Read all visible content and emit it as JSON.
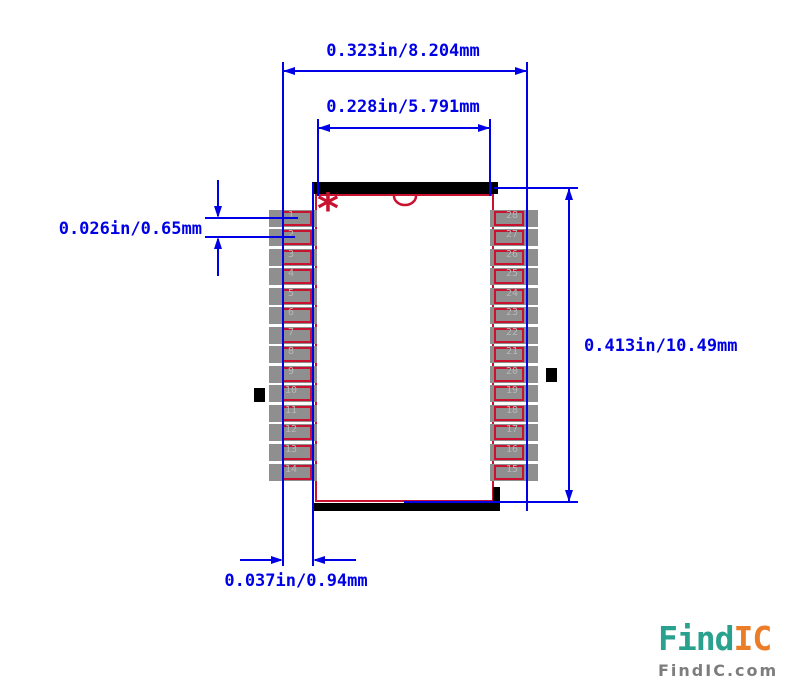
{
  "diagram": {
    "dimensions": {
      "top_outer": "0.323in/8.204mm",
      "top_inner": "0.228in/5.791mm",
      "left_pitch": "0.026in/0.65mm",
      "right_height": "0.413in/10.49mm",
      "bottom_pad": "0.037in/0.94mm"
    },
    "pin1_marker": "*",
    "pins": {
      "left": [
        "1",
        "2",
        "3",
        "4",
        "5",
        "6",
        "7",
        "8",
        "9",
        "10",
        "11",
        "12",
        "13",
        "14"
      ],
      "right": [
        "28",
        "27",
        "26",
        "25",
        "24",
        "23",
        "22",
        "21",
        "20",
        "19",
        "18",
        "17",
        "16",
        "15"
      ]
    }
  },
  "branding": {
    "logo_part1": "Find",
    "logo_part2": "IC",
    "website": "FindIC.com"
  },
  "colors": {
    "dimension_blue": "#0000e6",
    "outline_red": "#c81230",
    "pad_gray": "#8f8f8f",
    "pin_number_gray": "#b8b8b8",
    "logo_teal": "#2aa18f",
    "logo_orange": "#ec7d28",
    "logo_gray": "#7d7d7d",
    "body_black": "#000000"
  }
}
